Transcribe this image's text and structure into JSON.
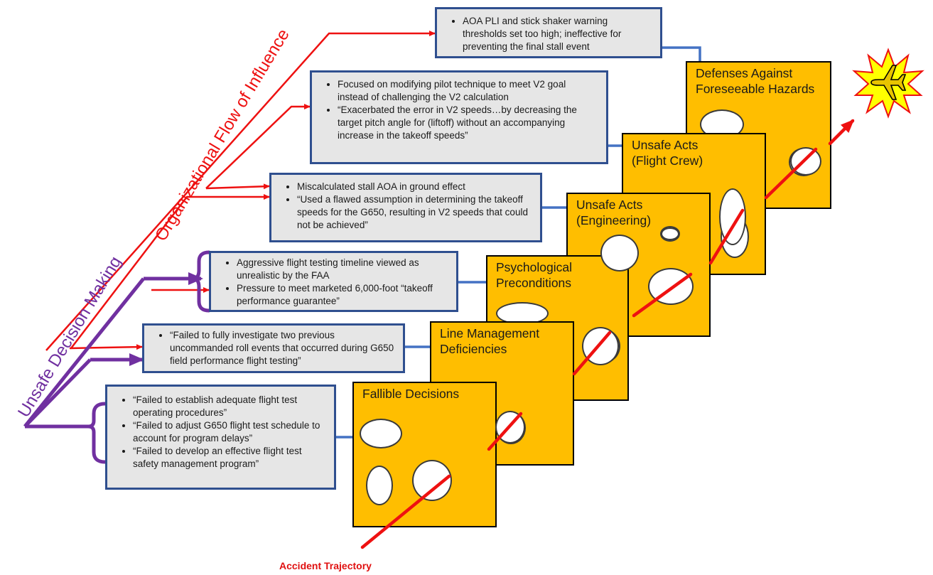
{
  "labels": {
    "organizational_flow": "Organizational Flow of Influence",
    "unsafe_decision": "Unsafe Decision Making",
    "accident_trajectory": "Accident Trajectory"
  },
  "slices": [
    {
      "id": "defenses",
      "lines": [
        "Defenses Against",
        "Foreseeable Hazards"
      ]
    },
    {
      "id": "unsafe-acts-flight-crew",
      "lines": [
        "Unsafe Acts",
        "(Flight Crew)"
      ]
    },
    {
      "id": "unsafe-acts-engineering",
      "lines": [
        "Unsafe Acts",
        "(Engineering)"
      ]
    },
    {
      "id": "psychological-preconditions",
      "lines": [
        "Psychological",
        "Preconditions"
      ]
    },
    {
      "id": "line-management-deficiencies",
      "lines": [
        "Line Management",
        "Deficiencies"
      ]
    },
    {
      "id": "fallible-decisions",
      "lines": [
        "Fallible Decisions"
      ]
    }
  ],
  "callouts": [
    {
      "id": "aoa",
      "items": [
        "AOA PLI and stick shaker warning thresholds set too high; ineffective for preventing the final stall event"
      ]
    },
    {
      "id": "technique",
      "items": [
        "Focused on modifying pilot technique to meet V2 goal instead of challenging the V2 calculation",
        "“Exacerbated the error in V2 speeds…by decreasing the target pitch angle for (liftoff) without an accompanying increase in the takeoff speeds”"
      ]
    },
    {
      "id": "stall-aoa",
      "items": [
        "Miscalculated stall AOA in ground effect",
        "“Used a flawed assumption in determining the takeoff speeds for the G650, resulting in V2 speeds that could not be achieved”"
      ]
    },
    {
      "id": "timeline",
      "items": [
        "Aggressive flight testing timeline viewed as unrealistic by the FAA",
        "Pressure to meet marketed 6,000-foot “takeoff performance guarantee”"
      ]
    },
    {
      "id": "roll-events",
      "items": [
        "“Failed to fully investigate two previous uncommanded roll events that occurred during G650 field performance flight testing”"
      ]
    },
    {
      "id": "procedures",
      "items": [
        "“Failed to establish adequate flight test operating procedures”",
        "“Failed to adjust G650 flight test schedule to account for program delays”",
        "“Failed to develop an effective flight test safety management program”"
      ]
    }
  ],
  "colors": {
    "slice_fill": "#ffbe00",
    "callout_fill": "#e6e6e6",
    "callout_border": "#2f4f8f",
    "connector": "#4472c4",
    "red": "#ee1111",
    "purple": "#7030a0",
    "burst_fill": "#ffff00"
  },
  "icons": {
    "crash": "airplane-icon"
  }
}
